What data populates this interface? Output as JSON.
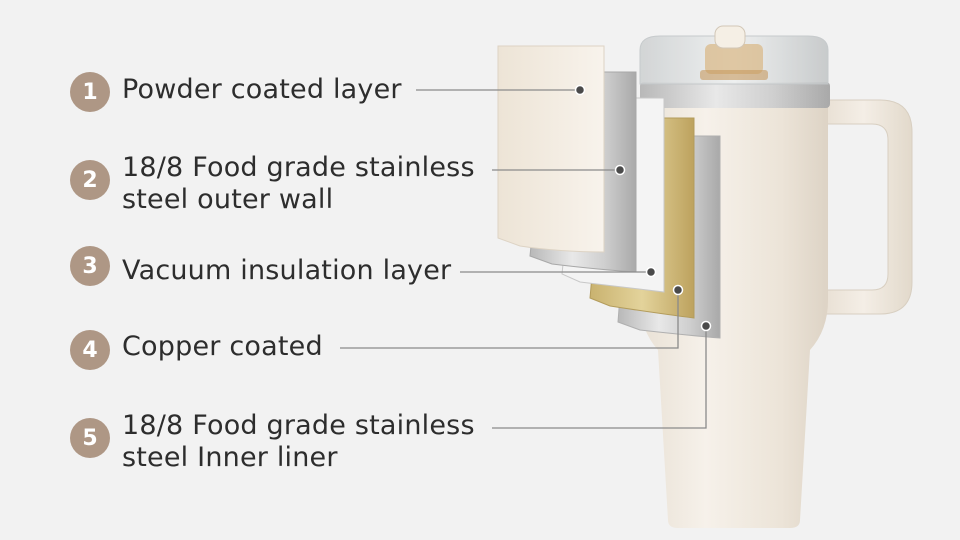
{
  "layers": [
    {
      "number": "1",
      "lines": [
        "Powder coated layer"
      ]
    },
    {
      "number": "2",
      "lines": [
        "18/8 Food grade stainless",
        "steel outer wall"
      ]
    },
    {
      "number": "3",
      "lines": [
        "Vacuum insulation layer"
      ]
    },
    {
      "number": "4",
      "lines": [
        "Copper coated"
      ]
    },
    {
      "number": "5",
      "lines": [
        "18/8 Food grade stainless",
        "steel Inner liner"
      ]
    }
  ],
  "colors": {
    "background": "#f2f2f2",
    "badge": "#ae9785",
    "leader_line": "#8a8a8a",
    "tumbler_body": "#efe7dc",
    "copper": "#cdb677",
    "steel": "#c9c9c9"
  },
  "icons": [
    "tumbler-illustration",
    "lid-icon",
    "handle-icon"
  ]
}
